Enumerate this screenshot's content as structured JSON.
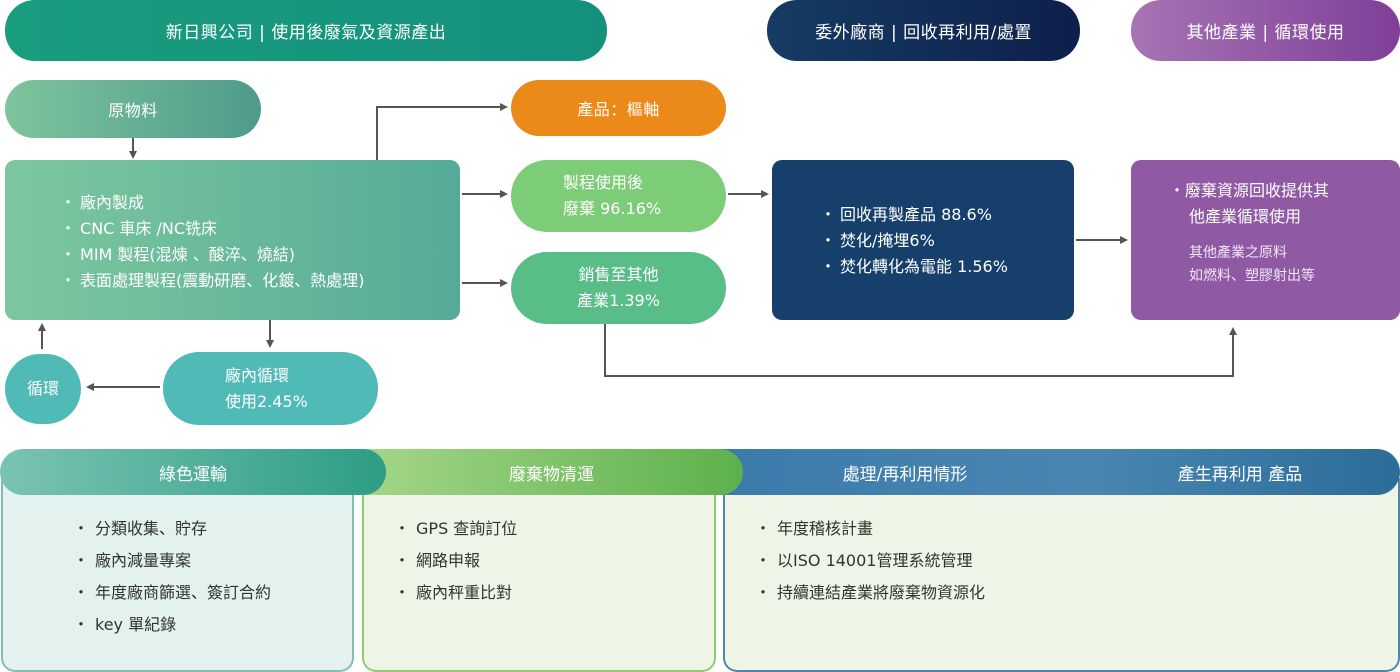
{
  "headers": {
    "company": "新日興公司 | 使用後廢氣及資源產出",
    "vendor": "委外廠商 | 回收再利用/處置",
    "other": "其他產業 | 循環使用"
  },
  "raw_material": "原物料",
  "process_items": [
    "廠內製成",
    "CNC 車床 /NC铣床",
    "MIM 製程(混煉 、酸淬、燒結)",
    "表面處理製程(震動研磨、化鍍、熱處理)"
  ],
  "loop": "循環",
  "internal_recycle": {
    "line1": "廠內循環",
    "line2": "使用2.45%"
  },
  "product": "產品：樞軸",
  "waste_after_use": {
    "line1": "製程使用後",
    "line2": "廢棄 96.16%"
  },
  "sold_to_other": {
    "line1": "銷售至其他",
    "line2": "產業1.39%"
  },
  "vendor_items": [
    "回收再製產品 88.6%",
    "焚化/掩埋6%",
    "焚化轉化為電能 1.56%"
  ],
  "other_box": {
    "bullet_line1": "廢棄資源回收提供其",
    "bullet_line2": "他產業循環使用",
    "note_line1": "其他產業之原料",
    "note_line2": "如燃料、塑膠射出等"
  },
  "bottom": {
    "green_transport": {
      "title": "綠色運輸",
      "items": [
        "分類收集、貯存",
        "廠內減量專案",
        "年度廠商篩選、簽訂合約",
        "key 單紀錄"
      ]
    },
    "waste_clearance": {
      "title": "廢棄物清運",
      "items": [
        "GPS 查詢訂位",
        "網路申報",
        "廠內秤重比對"
      ]
    },
    "treatment": {
      "title": "處理/再利用情形",
      "items": [
        "年度稽核計畫",
        "以ISO 14001管理系統管理",
        "持續連結產業將廢棄物資源化"
      ]
    },
    "reuse_products": {
      "title": "產生再利用 產品"
    }
  },
  "colors": {
    "teal_dark": "#169a80",
    "navy": "#0e2a4d",
    "purple": "#8a4a9e",
    "orange": "#ec8a19",
    "green_light": "#7dcc78",
    "green_mid": "#59bd88",
    "teal_light": "#4fbab6",
    "vendor_box": "#16406b",
    "purple_box": "#8f5aa3",
    "arrow": "#555555"
  }
}
